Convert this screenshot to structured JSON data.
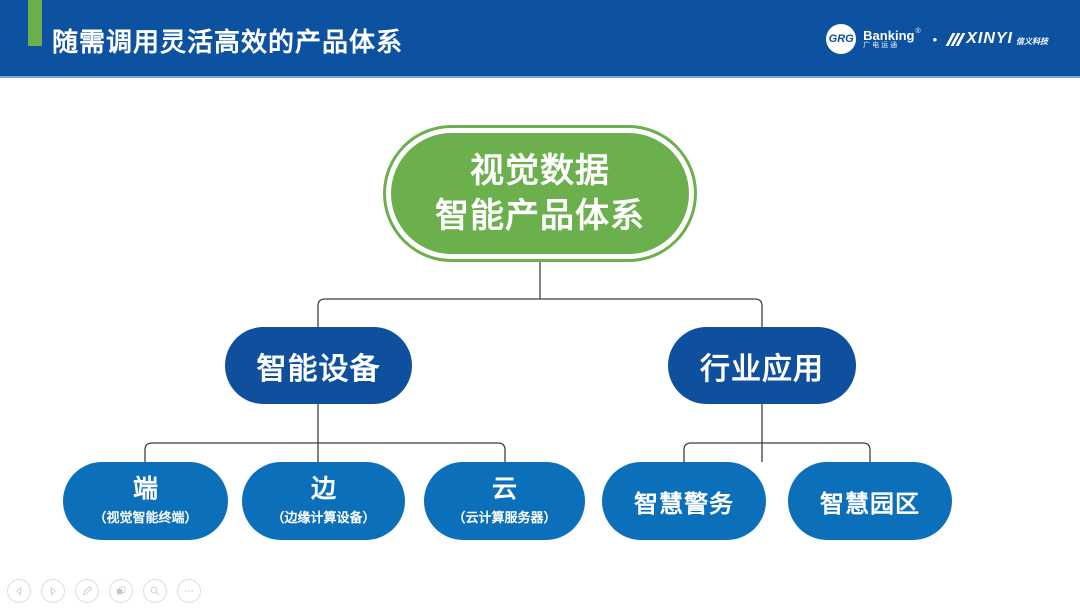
{
  "header": {
    "title": "随需调用灵活高效的产品体系",
    "logos": {
      "grg_circle_text": "GRG",
      "grg_banking": "Banking",
      "grg_reg": "®",
      "grg_sub": "广电运通",
      "separator": "•",
      "xinyi_name": "XINYI",
      "xinyi_sub": "信义科技"
    }
  },
  "colors": {
    "header_bg": "#0D51A1",
    "accent_green": "#6CB04E",
    "node_green": "#6CB04E",
    "node_blue_dark": "#0E4F9E",
    "node_blue_bright": "#0C6FBA",
    "connector": "#3F3F3F"
  },
  "diagram": {
    "root": {
      "line1": "视觉数据",
      "line2": "智能产品体系"
    },
    "branches": [
      {
        "label": "智能设备"
      },
      {
        "label": "行业应用"
      }
    ],
    "device_leaves": [
      {
        "title": "端",
        "subtitle": "（视觉智能终端）"
      },
      {
        "title": "边",
        "subtitle": "（边缘计算设备）"
      },
      {
        "title": "云",
        "subtitle": "（云计算服务器）"
      }
    ],
    "app_leaves": [
      {
        "label": "智慧警务"
      },
      {
        "label": "智慧园区"
      }
    ]
  },
  "controls": {
    "buttons": [
      {
        "name": "previous"
      },
      {
        "name": "next"
      },
      {
        "name": "pen"
      },
      {
        "name": "slide-panel"
      },
      {
        "name": "zoom"
      },
      {
        "name": "more"
      }
    ]
  }
}
